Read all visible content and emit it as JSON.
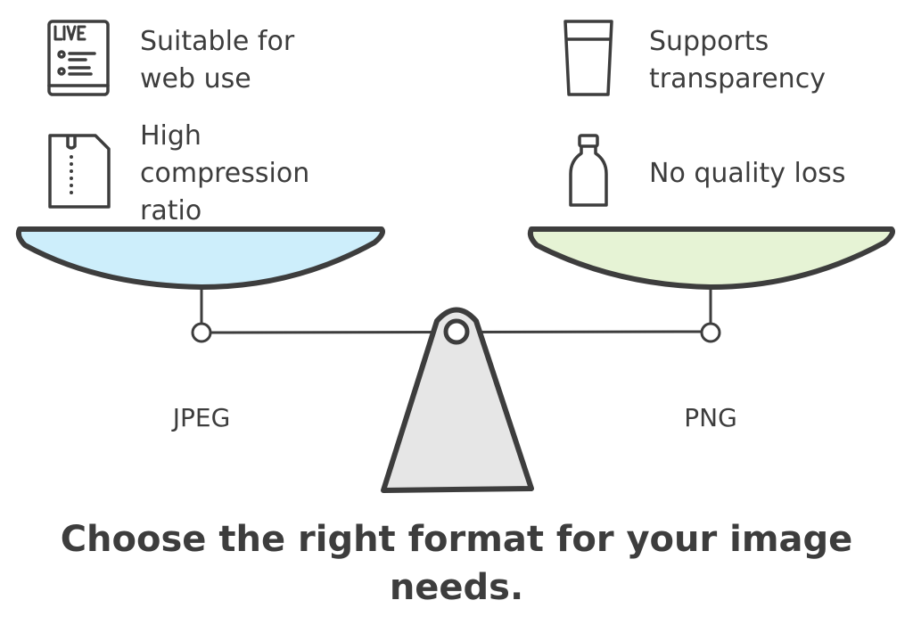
{
  "left": {
    "label": "JPEG",
    "color": "#cdeefb",
    "features": [
      {
        "icon": "live-document-icon",
        "text": "Suitable for\nweb use"
      },
      {
        "icon": "zip-file-icon",
        "text": "High\ncompression\nratio"
      }
    ]
  },
  "right": {
    "label": "PNG",
    "color": "#e6f3d5",
    "features": [
      {
        "icon": "glass-icon",
        "text": "Supports\ntransparency"
      },
      {
        "icon": "bottle-icon",
        "text": "No quality loss"
      }
    ]
  },
  "fulcrum_color": "#e6e6e6",
  "title": "Choose the right format for your image needs."
}
